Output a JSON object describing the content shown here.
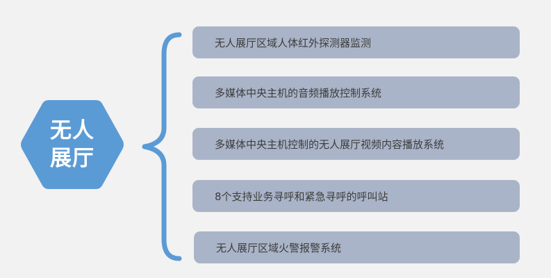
{
  "center": {
    "line1": "无人",
    "line2": "展厅"
  },
  "items": [
    {
      "label": "无人展厅区域人体红外探测器监测"
    },
    {
      "label": "多媒体中央主机的音频播放控制系统"
    },
    {
      "label": "多媒体中央主机控制的无人展厅视频内容播放系统"
    },
    {
      "label": "8个支持业务寻呼和紧急寻呼的呼叫站"
    },
    {
      "label": "无人展厅区域火警报警系统"
    }
  ],
  "colors": {
    "background": "#f2f2f2",
    "hexagon": "#5b9bd5",
    "brace": "#5b9bd5",
    "item_box": "#aab4c8",
    "item_text": "#3c3c3c"
  }
}
